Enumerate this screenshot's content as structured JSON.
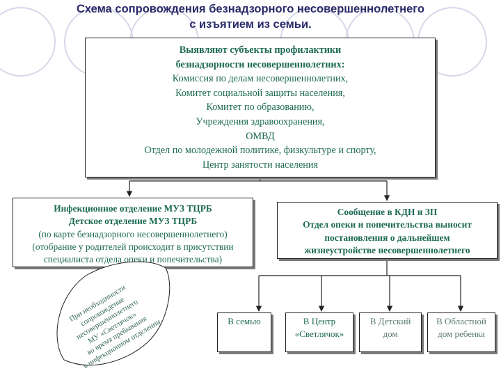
{
  "title": {
    "line1": "Схема сопровождения безнадзорного несовершеннолетнего",
    "line2": "с изъятием из семьи."
  },
  "main_box": {
    "heading": [
      "Выявляют субъекты профилактики",
      "безнадзорности несовершеннолетних:"
    ],
    "items": [
      "Комиссия  по делам несовершеннолетних,",
      "Комитет социальной защиты населения,",
      "Комитет по образованию,",
      "Учреждения здравоохранения,",
      "ОМВД",
      "Отдел по молодежной политике, физкультуре и спорту,",
      "Центр занятости населения"
    ]
  },
  "left_box": {
    "bold_lines": [
      "Инфекционное отделение МУЗ ТЦРБ",
      "Детское отделение МУЗ ТЦРБ"
    ],
    "lines": [
      "(по карте безнадзорного несовершеннолетнего)",
      "(отобрание у родителей происходит в присутствии",
      "специалиста отдела опеки и попечительства)"
    ]
  },
  "right_box": {
    "lines": [
      "Сообщение в КДН и ЗП",
      "Отдел опеки и попечительства выносит",
      "постановления о дальнейшем",
      "жизнеустройстве несовершеннолетнего"
    ]
  },
  "note": {
    "lines": [
      "При необходимости",
      "сопровождение",
      "несовершеннолетнего",
      "МУ «Светлячок»",
      "во время пребывания",
      "в инфекционном отделении"
    ]
  },
  "destinations": {
    "family": [
      "В семью"
    ],
    "center": [
      "В Центр",
      "«Светлячок»"
    ],
    "orphanage": [
      "В Детский",
      "дом"
    ],
    "baby_home": [
      "В Областной",
      "дом ребенка"
    ]
  },
  "colors": {
    "title": "#2a2a6a",
    "text": "#1d6a55",
    "connector": "#222222",
    "circles": "#d7d7ea"
  }
}
